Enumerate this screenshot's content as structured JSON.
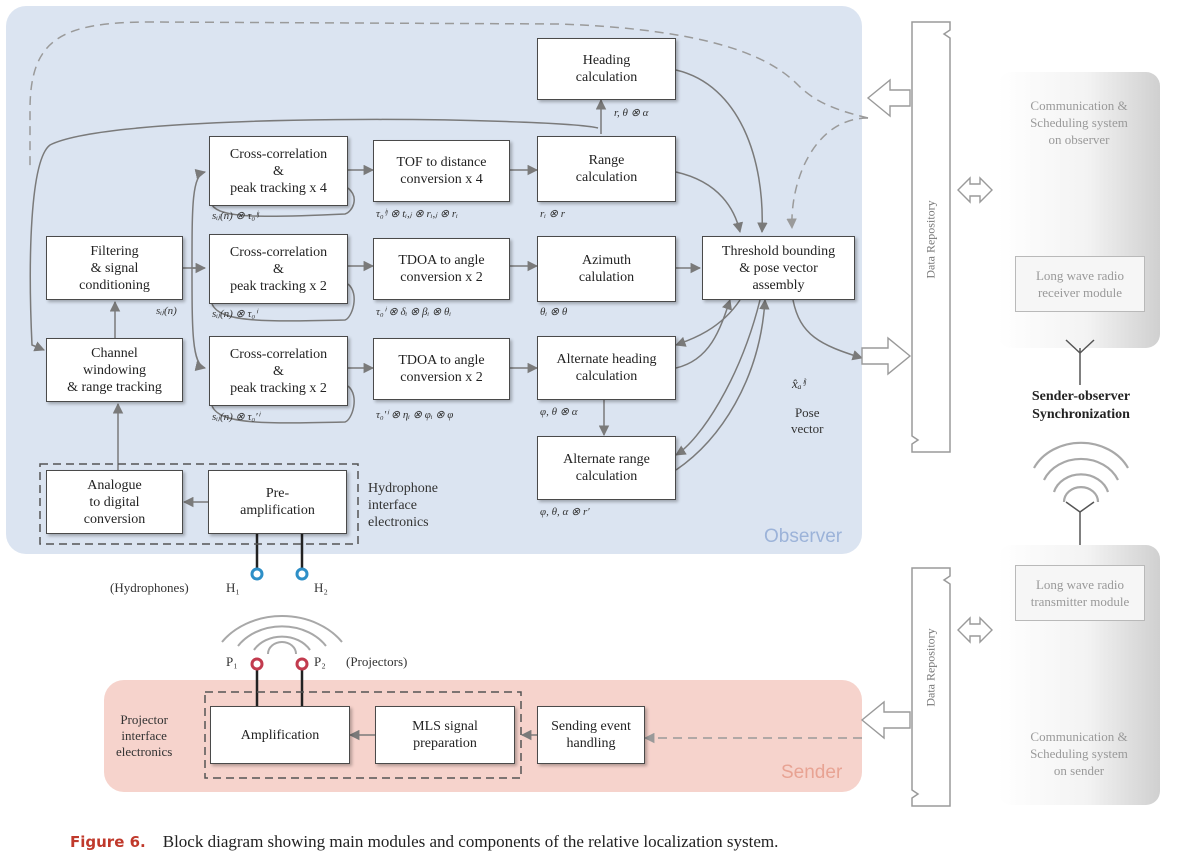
{
  "blocks": {
    "heading_calc": "Heading\ncalculation",
    "cc4": "Cross-correlation\n&\npeak tracking x 4",
    "tof": "TOF  to distance\nconversion x 4",
    "range_calc": "Range\ncalculation",
    "filtering": "Filtering\n& signal\nconditioning",
    "cc2a": "Cross-correlation\n&\npeak tracking x 2",
    "tdoa_a": "TDOA to angle\nconversion x 2",
    "azimuth": "Azimuth\ncalulation",
    "threshold": "Threshold bounding\n& pose vector\nassembly",
    "channel": "Channel\nwindowing\n& range tracking",
    "cc2b": "Cross-correlation\n&\npeak tracking x 2",
    "tdoa_b": "TDOA to angle\nconversion x 2",
    "alt_heading": "Alternate heading\ncalculation",
    "alt_range": "Alternate range\ncalculation",
    "adc": "Analogue\nto digital\nconversion",
    "preamp": "Pre-\namplification",
    "amplification": "Amplification",
    "mls": "MLS signal\npreparation",
    "sending": "Sending event\nhandling"
  },
  "math": {
    "heading_in": "r, θ ⊗ α",
    "cc4_out": "sᵢⱼ(n) ⊗ τ₀ⁱʲ",
    "tof_out": "τ₀ⁱʲ ⊗ tᵢ,ⱼ ⊗ rᵢ,ⱼ ⊗ rᵢ",
    "range_out": "rᵢ ⊗ r",
    "filter_out": "sᵢⱼ(n)",
    "cc2a_out": "sᵢⱼ(n) ⊗ τ₀ⁱ",
    "tdoa_a_out": "τ₀ⁱ ⊗ δᵢ ⊗ βᵢ ⊗ θᵢ",
    "azimuth_out": "θᵢ ⊗ θ",
    "cc2b_out": "sᵢⱼ(n) ⊗ τ₀′ⁱ",
    "tdoa_b_out": "τ₀′ⁱ ⊗ ηᵢ ⊗ φᵢ ⊗ φ",
    "alt_heading_out": "φ, θ ⊗ α",
    "alt_range_out": "φ, θ, α ⊗ r′",
    "pose_symbol": "x̂ₐⁱʲ"
  },
  "labels": {
    "pose_vector": "Pose\nvector",
    "hydrophone_electronics": "Hydrophone\ninterface\nelectronics",
    "hydrophones": "(Hydrophones)",
    "h1": "H₁",
    "h2": "H₂",
    "p1": "P₁",
    "p2": "P₂",
    "projectors": "(Projectors)",
    "projector_electronics": "Projector\ninterface\nelectronics",
    "observer": "Observer",
    "sender": "Sender",
    "data_repository_top": "Data Repository",
    "data_repository_bottom": "Data Repository",
    "comm_observer": "Communication &\nScheduling system\non observer",
    "lw_receiver": "Long wave radio\nreceiver module",
    "sync": "Sender-observer\nSynchronization",
    "lw_transmitter": "Long wave radio\ntransmitter module",
    "comm_sender": "Communication &\nScheduling system\non sender"
  },
  "caption": {
    "label": "Figure 6.",
    "text": "Block diagram showing main modules and components of the relative localization system."
  },
  "colors": {
    "observer_bg": "#dbe4f1",
    "sender_bg": "#f6d3cc",
    "observer_label": "#9cb3d9",
    "sender_label": "#e8a393",
    "hydrophone_dot": "#2e8fc7",
    "projector_dot": "#c23b4e",
    "caption_label": "#c0392b"
  }
}
